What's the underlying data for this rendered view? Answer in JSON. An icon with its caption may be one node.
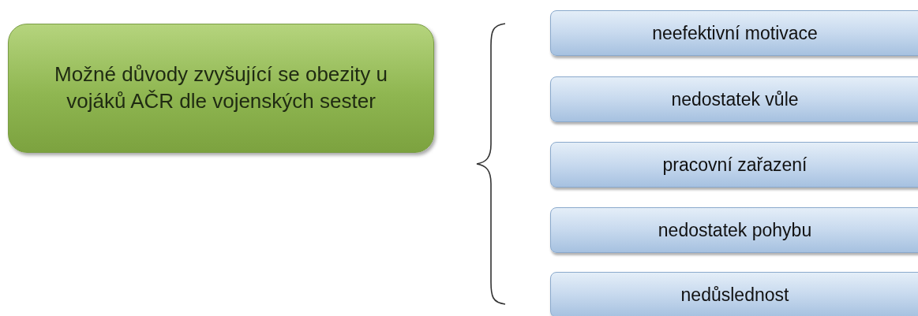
{
  "diagram": {
    "nodes": [
      {
        "text": [
          "Možné důvody zvyšující se obezity u vojáků AČR dle vojenských sester"
        ]
      },
      {
        "text": [
          "neefektivní motivace"
        ]
      },
      {
        "text": [
          "nedostatek vůle"
        ]
      },
      {
        "text": [
          "pracovní zařazení"
        ]
      },
      {
        "text": [
          "nedostatek pohybu"
        ]
      },
      {
        "text": [
          "nedůslednost"
        ]
      }
    ]
  }
}
